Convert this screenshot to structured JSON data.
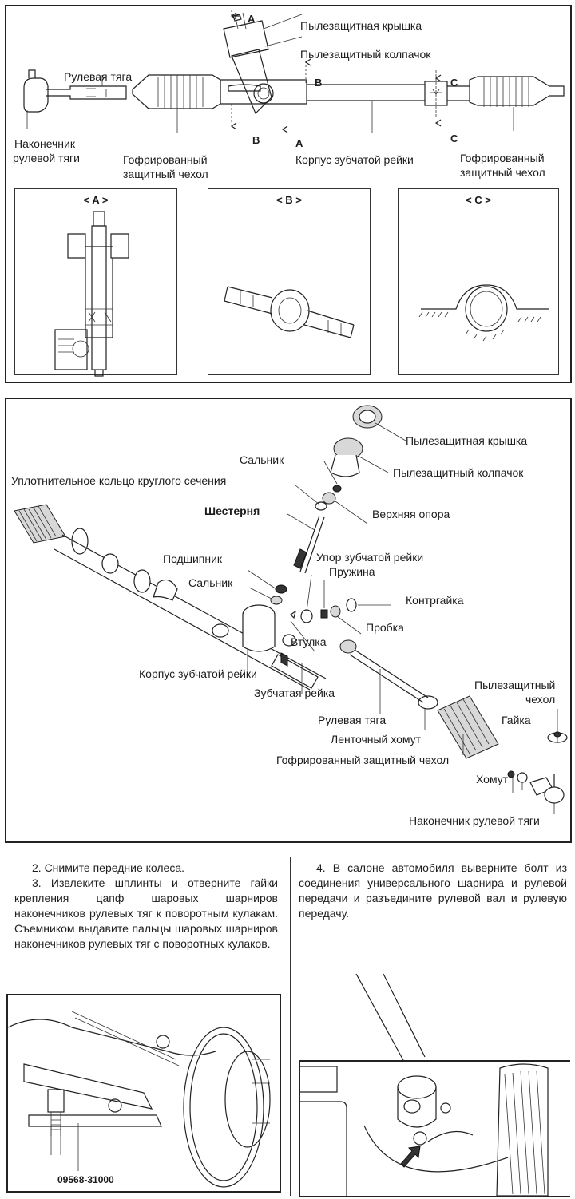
{
  "figure1": {
    "labels": {
      "dust_cover": "Пылезащитная крышка",
      "dust_cap": "Пылезащитный колпачок",
      "tie_rod": "Рулевая тяга",
      "tie_rod_end_line1": "Наконечник",
      "tie_rod_end_line2": "рулевой тяги",
      "boot_left_line1": "Гофрированный",
      "boot_left_line2": "защитный чехол",
      "rack_housing": "Корпус зубчатой рейки",
      "boot_right_line1": "Гофрированный",
      "boot_right_line2": "защитный чехол",
      "section_a": "A",
      "section_b": "B",
      "section_c": "C"
    },
    "details": [
      {
        "title": "< A >"
      },
      {
        "title": "< B >"
      },
      {
        "title": "< C >"
      }
    ]
  },
  "figure2": {
    "labels": {
      "dust_cover": "Пылезащитная крышка",
      "dust_cap": "Пылезащитный колпачок",
      "oil_seal_top": "Сальник",
      "o_ring": "Уплотнительное кольцо круглого сечения",
      "upper_support": "Верхняя опора",
      "pinion": "Шестерня",
      "rack_stop": "Упор зубчатой рейки",
      "bearing": "Подшипник",
      "spring": "Пружина",
      "oil_seal": "Сальник",
      "lock_nut": "Контргайка",
      "plug": "Пробка",
      "bushing": "Втулка",
      "rack_housing": "Корпус зубчатой рейки",
      "rack": "Зубчатая рейка",
      "dust_boot_line1": "Пылезащитный",
      "dust_boot_line2": "чехол",
      "tie_rod": "Рулевая тяга",
      "nut": "Гайка",
      "band_clamp": "Ленточный хомут",
      "bellows_boot": "Гофрированный защитный чехол",
      "clamp": "Хомут",
      "tie_rod_end": "Наконечник рулевой тяги"
    }
  },
  "text": {
    "left_steps": [
      "2. Снимите передние колеса.",
      "3. Извлеките шплинты и отверните гайки крепления цапф шаровых шарниров наконечников рулевых тяг к поворотным кулакам. Съемником выдавите пальцы шаровых шарниров наконечников рулевых тяг с поворотных кулаков."
    ],
    "right_steps": [
      "4. В салоне автомобиля выверните болт из соединения универсального шарнира и рулевой передачи и разъедините рулевой вал и рулевую передачу."
    ]
  },
  "figure3": {
    "tool_number": "09568-31000"
  }
}
